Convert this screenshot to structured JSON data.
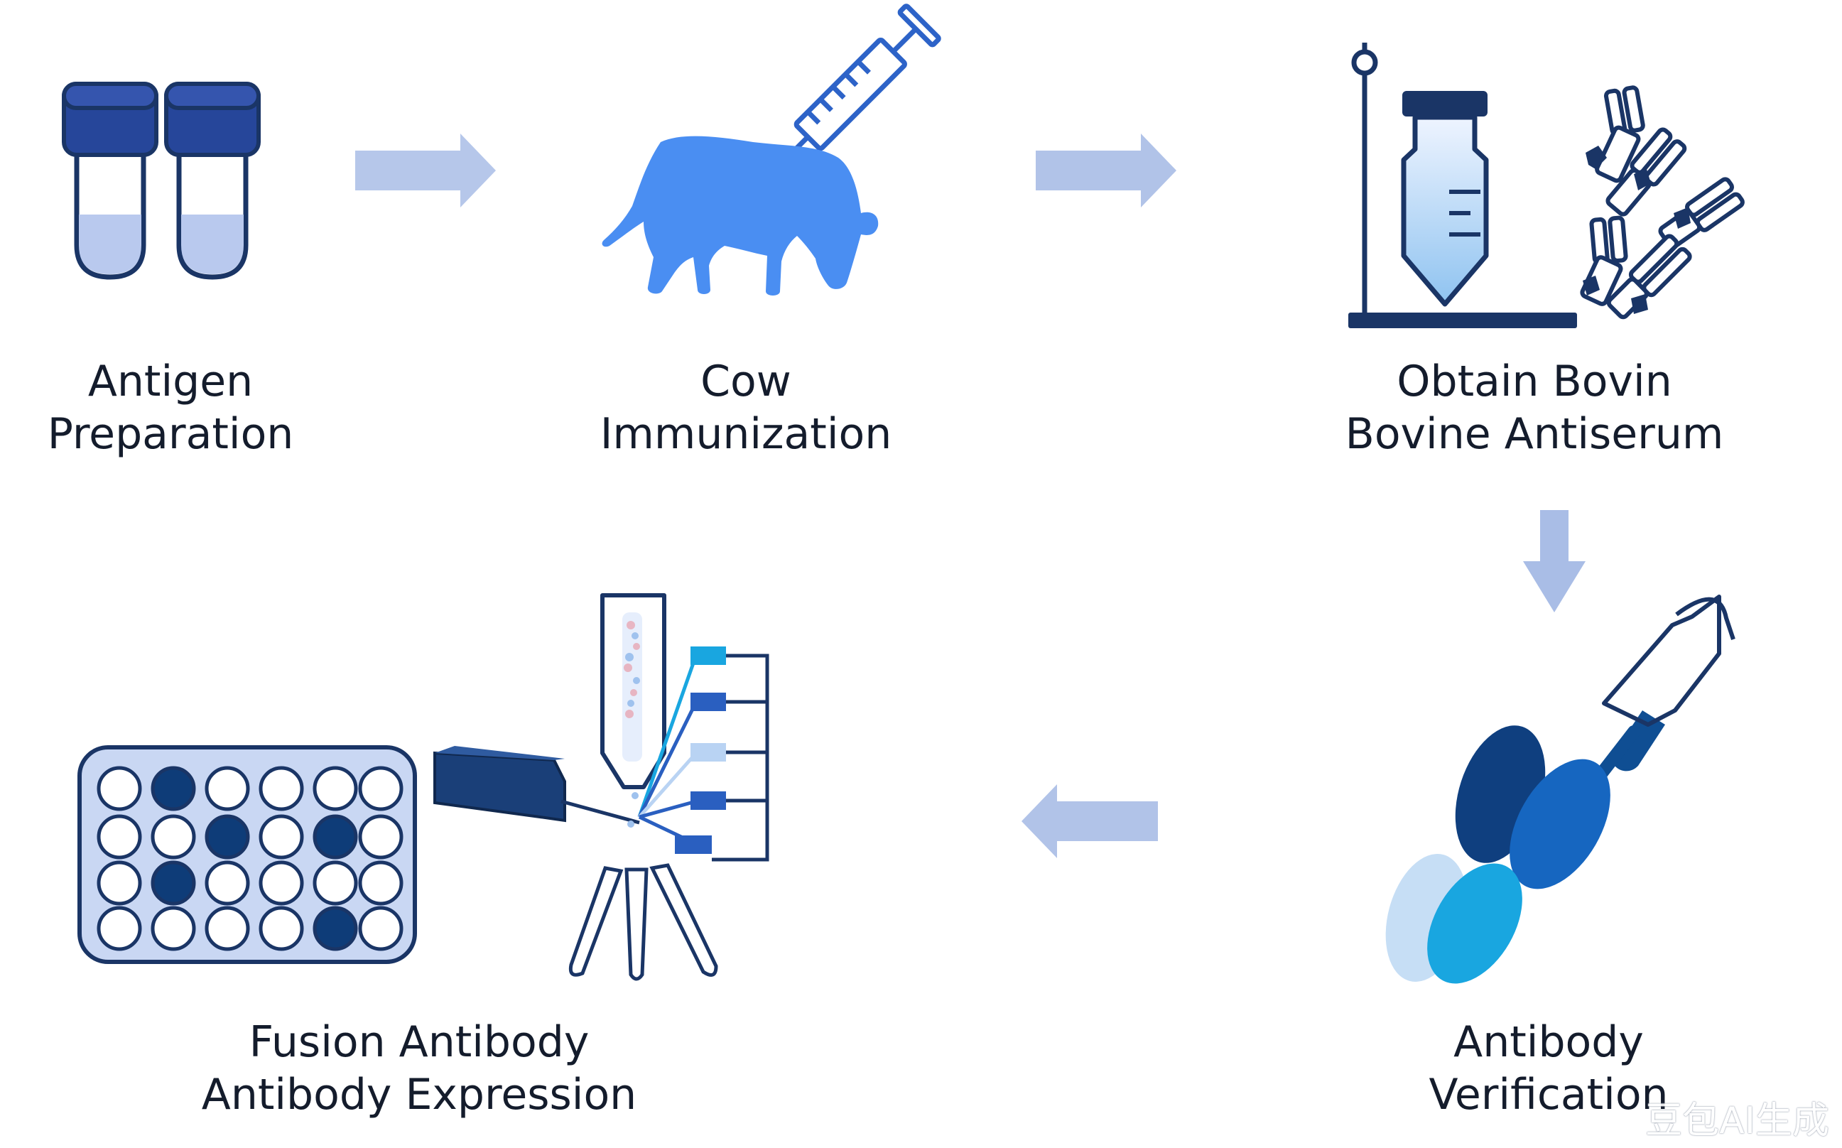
{
  "steps": [
    {
      "id": "antigen",
      "line1": "Antigen",
      "line2": "Preparation"
    },
    {
      "id": "immunization",
      "line1": "Cow",
      "line2": "Immunization"
    },
    {
      "id": "antiserum",
      "line1": "Obtain Bovin",
      "line2": "Bovine Antiserum"
    },
    {
      "id": "verification",
      "line1": "Antibody",
      "line2": "Verification"
    },
    {
      "id": "expression",
      "line1": "Fusion Antibody",
      "line2": "Antibody Expression"
    }
  ],
  "watermark": "豆包AI生成",
  "colors": {
    "dark_navy": "#1a3566",
    "tube_cap": "#26469a",
    "light_fill": "#b9c9ee",
    "cow_blue": "#4a8ef2",
    "arrow": "#a9bde6",
    "cyan": "#19a6e0",
    "deep_blue": "#0f4e93"
  }
}
